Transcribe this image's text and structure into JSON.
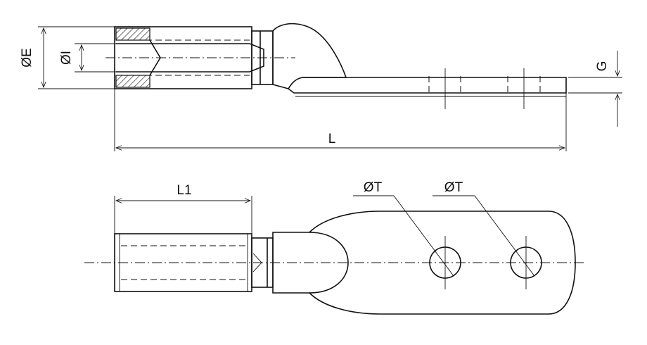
{
  "labels": {
    "dia_e": "ØE",
    "dia_i": "ØI",
    "g": "G",
    "l": "L",
    "l1": "L1",
    "dia_t_1": "ØT",
    "dia_t_2": "ØT"
  }
}
